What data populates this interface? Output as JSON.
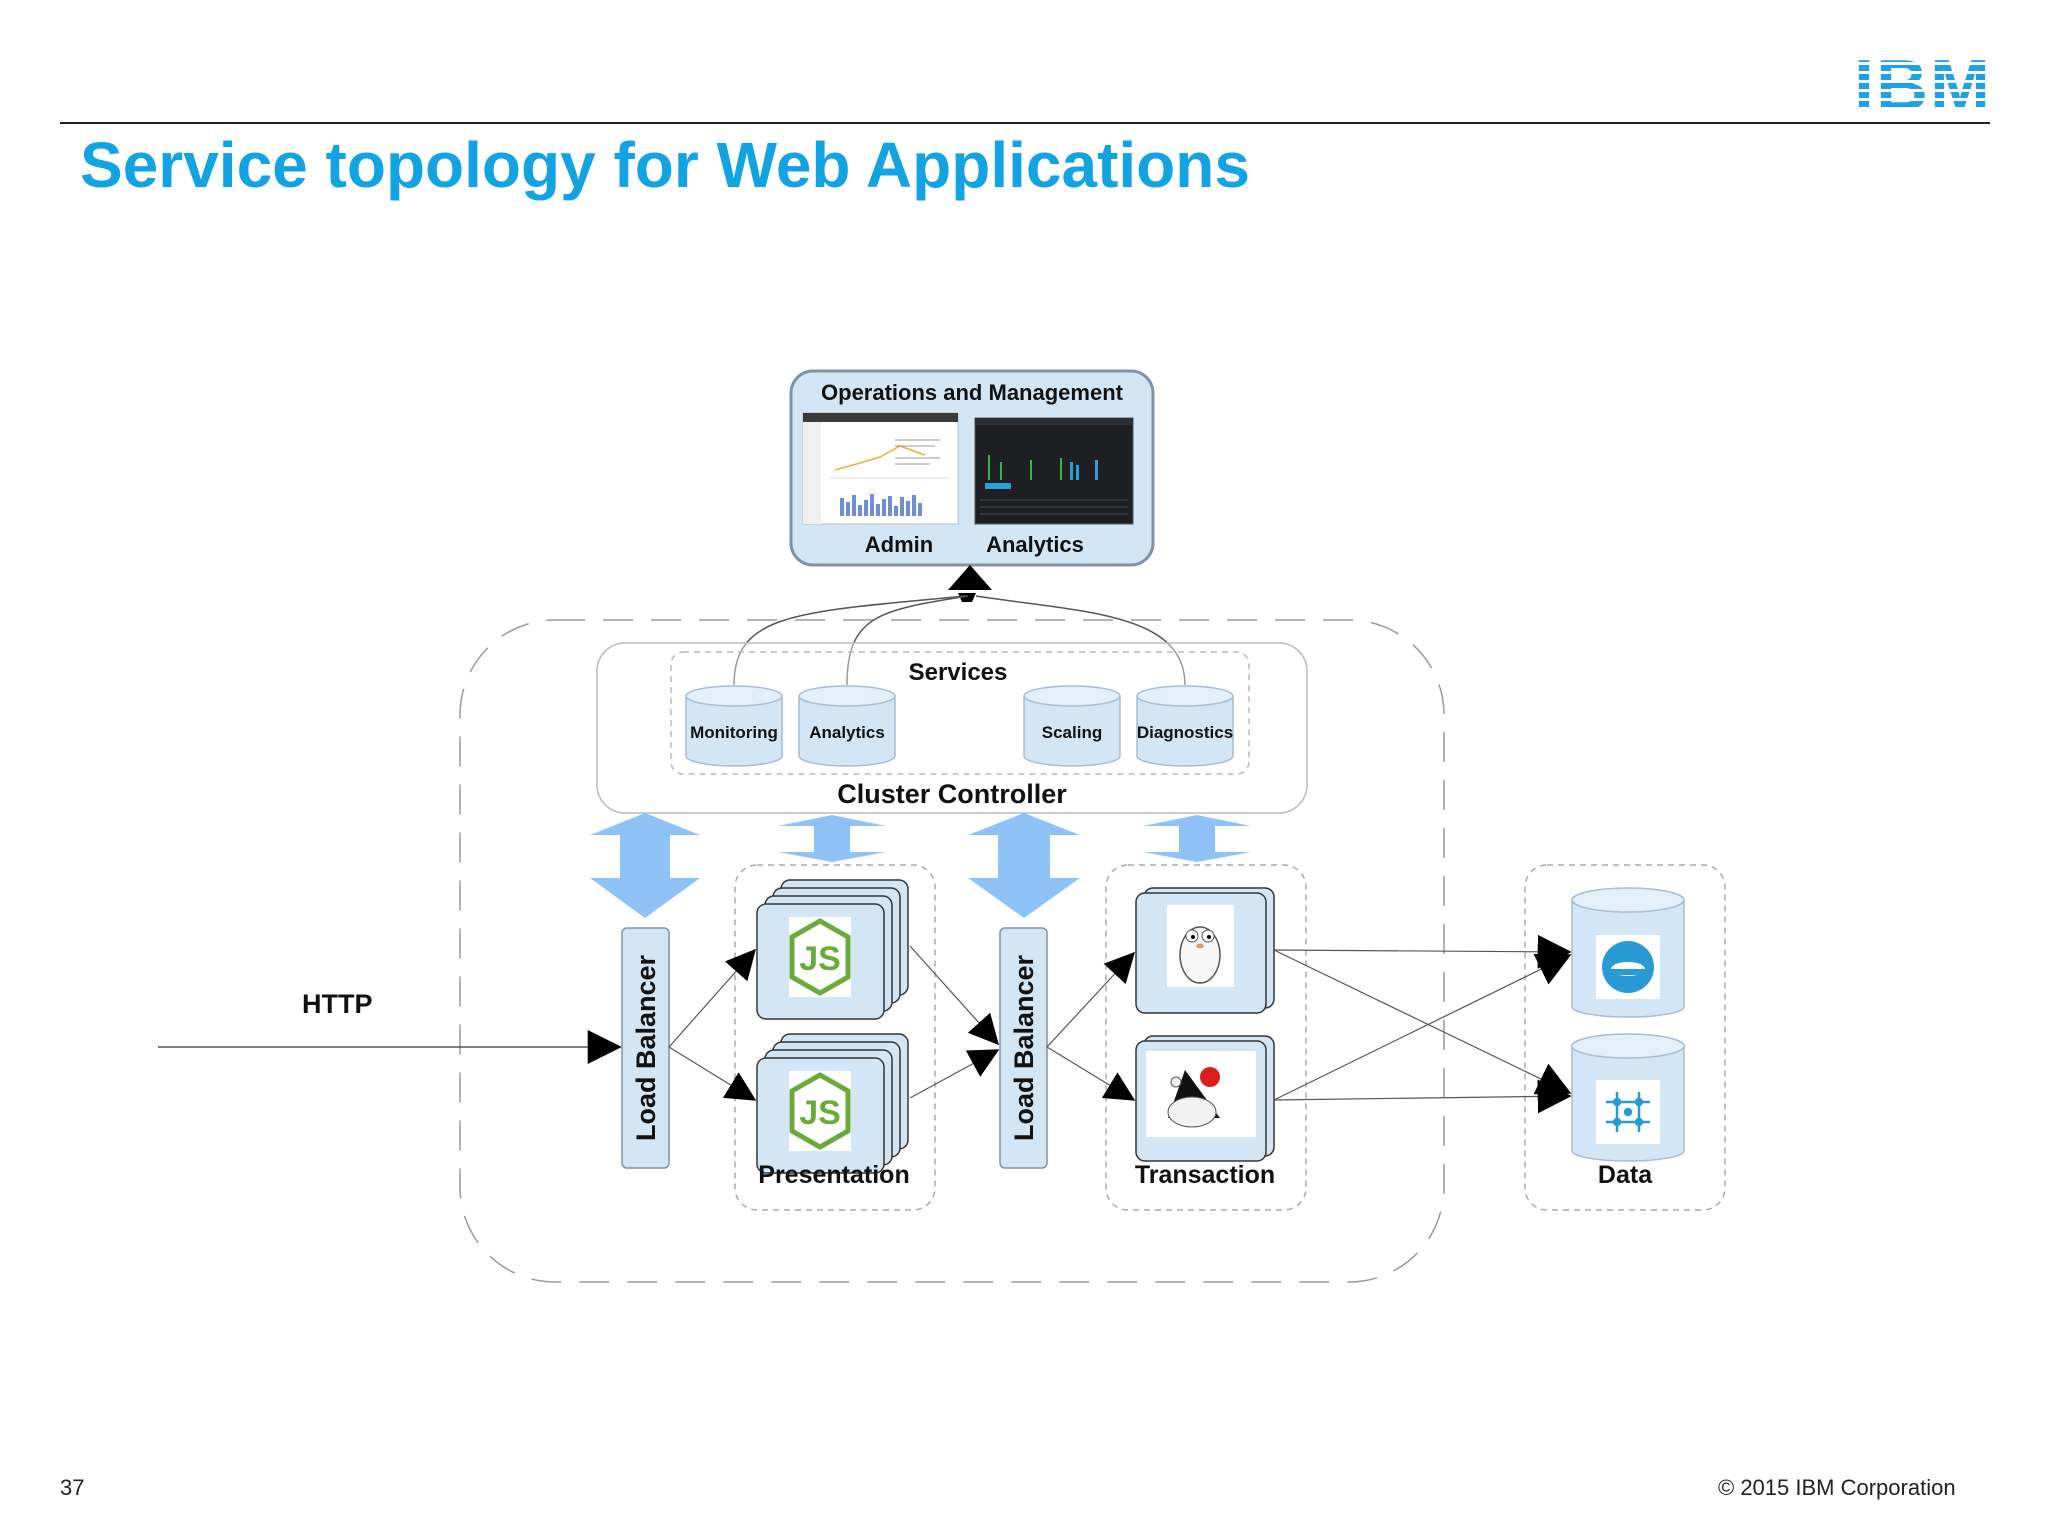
{
  "header": {
    "logo": "IBM",
    "title": "Service topology for Web Applications"
  },
  "diagram": {
    "ops": {
      "title": "Operations and Management",
      "admin_label": "Admin",
      "analytics_label": "Analytics"
    },
    "services": {
      "title": "Services",
      "items": [
        "Monitoring",
        "Analytics",
        "Scaling",
        "Diagnostics"
      ]
    },
    "cluster_controller_label": "Cluster Controller",
    "http_label": "HTTP",
    "load_balancer_label": "Load Balancer",
    "presentation_label": "Presentation",
    "transaction_label": "Transaction",
    "data_label": "Data",
    "colors": {
      "box_fill": "#d3e6f6",
      "box_stroke": "#7f93a8",
      "arrow_fill": "#8fc3f7",
      "title_blue": "#12a3e3"
    }
  },
  "footer": {
    "page_number": "37",
    "copyright": "© 2015 IBM Corporation"
  }
}
